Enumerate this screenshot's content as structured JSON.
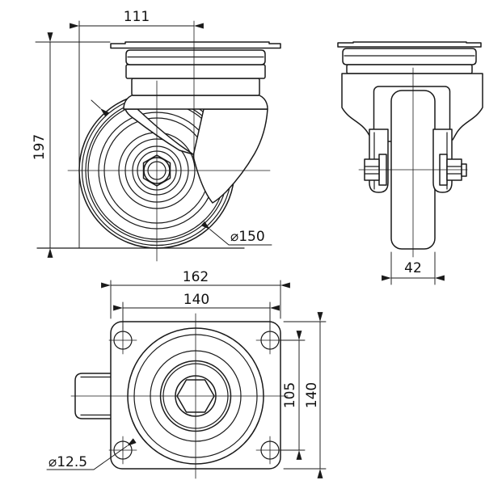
{
  "colors": {
    "line": "#1a1a1a",
    "background": "#ffffff"
  },
  "dims": {
    "front_top_width": "111",
    "front_height": "197",
    "wheel_diameter": "⌀150",
    "wheel_width": "42",
    "plate_width": "162",
    "bolt_spacing_width": "140",
    "bolt_spacing_depth": "105",
    "plate_depth": "140",
    "bolt_hole_diameter": "⌀12.5"
  }
}
